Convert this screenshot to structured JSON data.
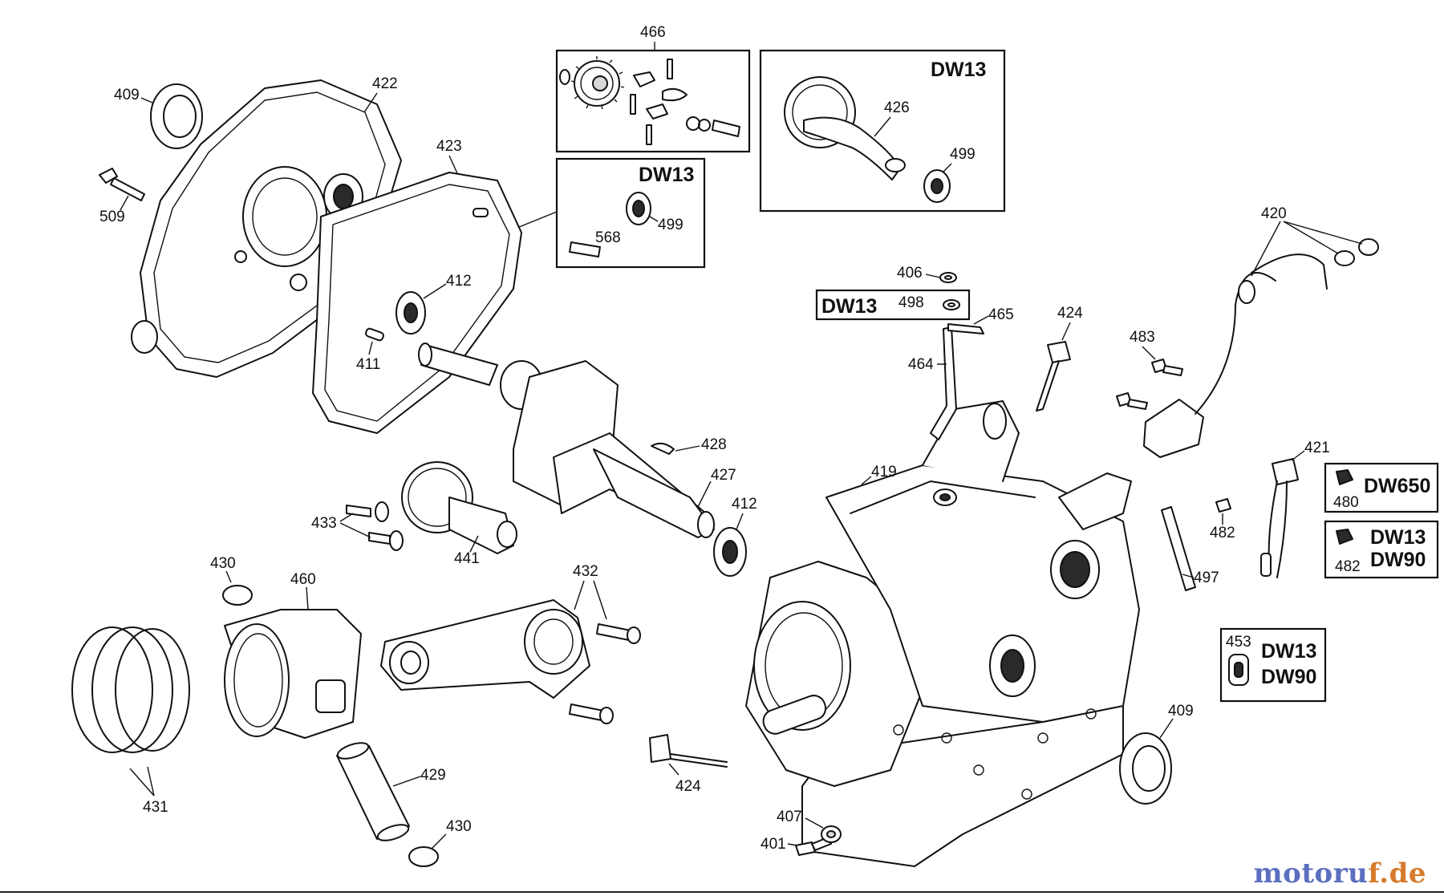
{
  "diagram": {
    "part_numbers": {
      "p401": "401",
      "p406": "406",
      "p407": "407",
      "p409a": "409",
      "p409b": "409",
      "p411": "411",
      "p412a": "412",
      "p412b": "412",
      "p419": "419",
      "p420": "420",
      "p421": "421",
      "p422": "422",
      "p423": "423",
      "p424a": "424",
      "p424b": "424",
      "p426": "426",
      "p427": "427",
      "p428": "428",
      "p429": "429",
      "p430a": "430",
      "p430b": "430",
      "p431": "431",
      "p432": "432",
      "p433": "433",
      "p441": "441",
      "p453": "453",
      "p460": "460",
      "p464": "464",
      "p465": "465",
      "p466": "466",
      "p480": "480",
      "p482a": "482",
      "p482b": "482",
      "p483": "483",
      "p497": "497",
      "p498": "498",
      "p499a": "499",
      "p499b": "499",
      "p509": "509",
      "p568": "568"
    },
    "variant_codes": {
      "box_bearing": "DW13",
      "box_balancer": "DW13",
      "box_washer": "DW13",
      "box_dw650": "DW650",
      "box_dw13_top": "DW13",
      "box_dw90_bottom": "DW90",
      "box_453_top": "DW13",
      "box_453_bottom": "DW90"
    }
  },
  "watermark": {
    "part1": "motoru",
    "part2": "f.de"
  }
}
